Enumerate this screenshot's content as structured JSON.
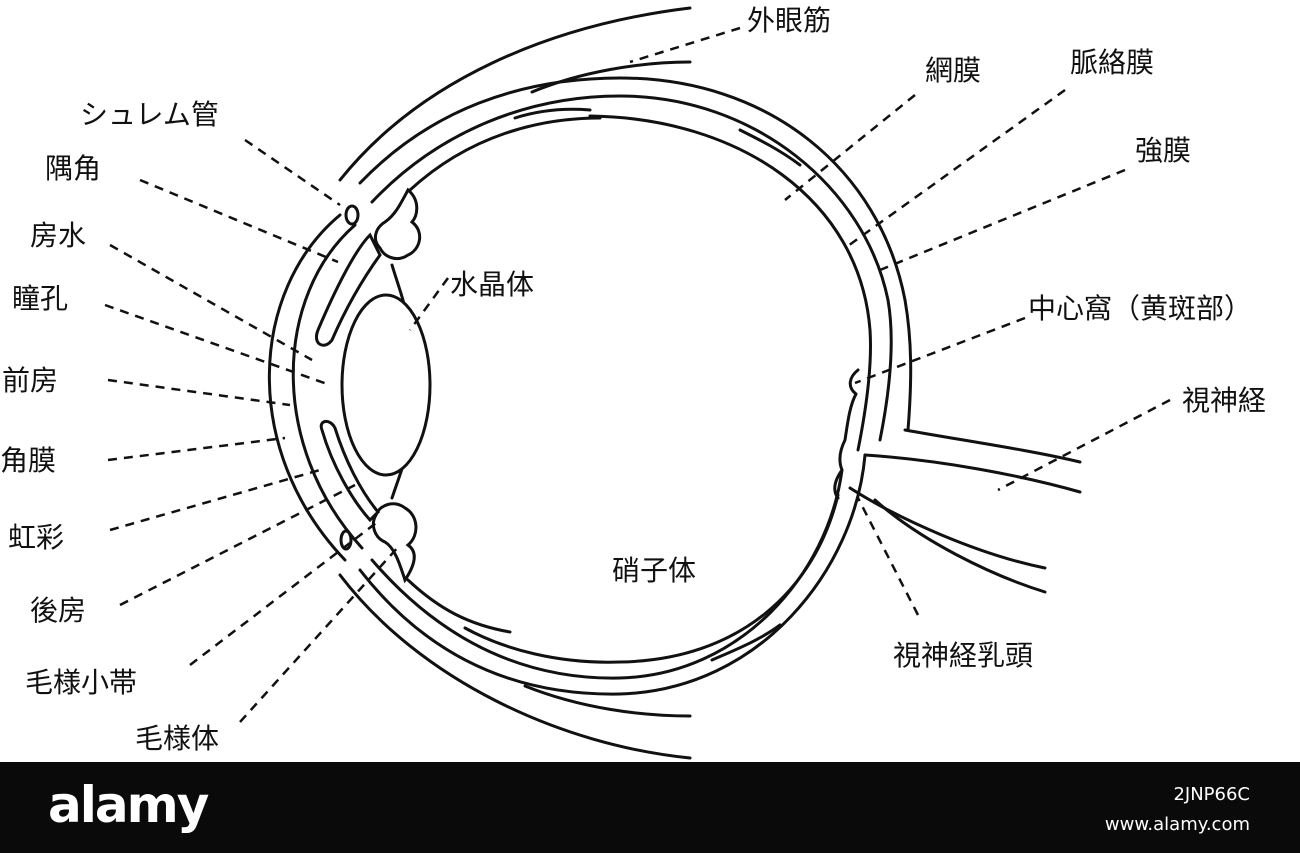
{
  "labels": {
    "extraocular_muscle": "外眼筋",
    "retina": "網膜",
    "choroid": "脈絡膜",
    "sclera": "強膜",
    "schlemm_canal": "シュレム管",
    "angle": "隅角",
    "aqueous_humor": "房水",
    "pupil": "瞳孔",
    "anterior_chamber": "前房",
    "cornea": "角膜",
    "iris": "虹彩",
    "posterior_chamber": "後房",
    "zonule": "毛様小帯",
    "ciliary_body": "毛様体",
    "lens": "水晶体",
    "vitreous_body": "硝子体",
    "fovea": "中心窩（黄斑部）",
    "optic_nerve": "視神経",
    "optic_disc": "視神経乳頭"
  },
  "watermark": {
    "logo": "alamy",
    "image_id": "2JNP66C",
    "site": "www.alamy.com"
  },
  "colors": {
    "line": "#111111",
    "background": "#ffffff",
    "banner": "#0a0a0a"
  }
}
